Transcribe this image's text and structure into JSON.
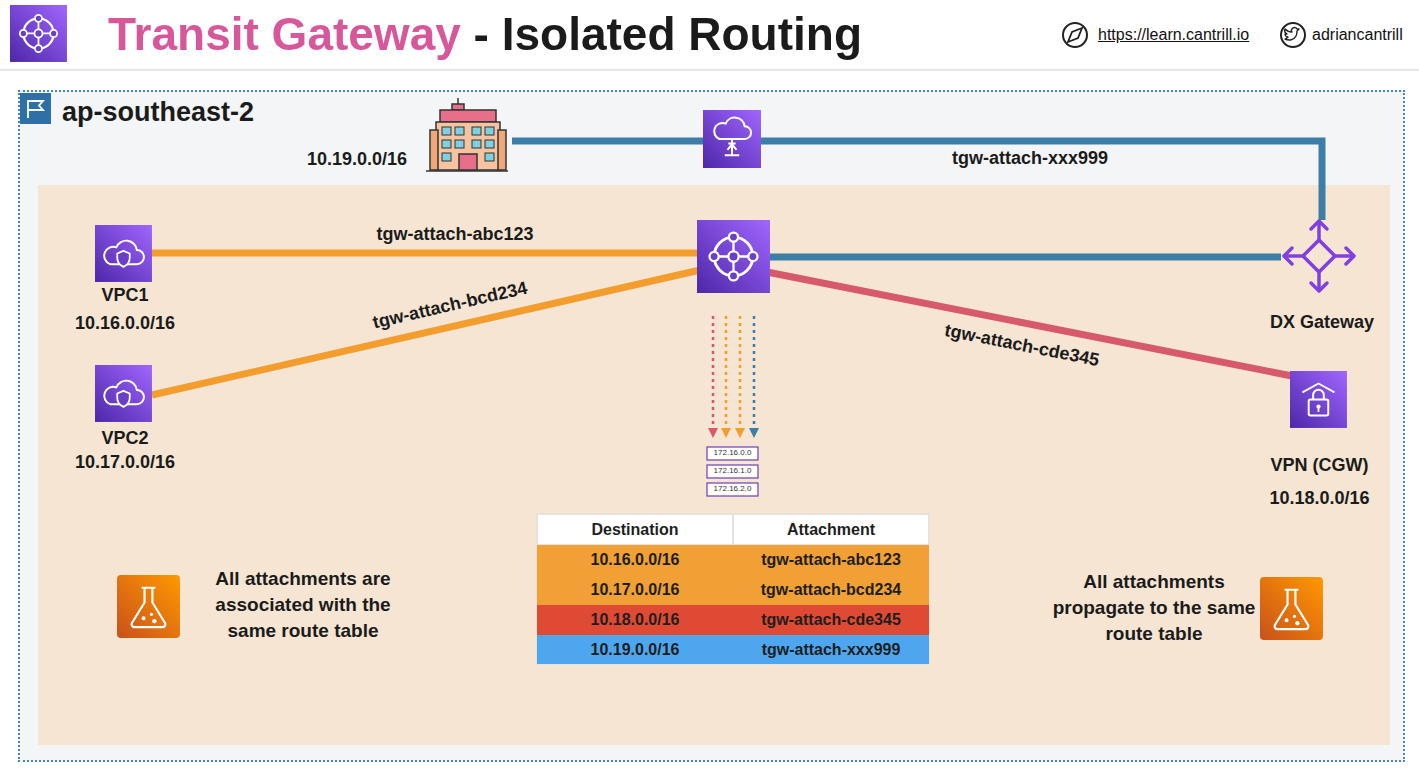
{
  "diagram": {
    "title": "Transit Gateway - Isolated Routing",
    "nodes": [
      {
        "text": [
          "ap-southeast-2"
        ]
      },
      {
        "text": [
          "10.19.0.0/16"
        ],
        "in": 0
      },
      {
        "text": [
          "VPC1",
          "10.16.0.0/16"
        ],
        "in": 0
      },
      {
        "text": [
          "VPC2",
          "10.17.0.0/16"
        ],
        "in": 0
      },
      {
        "text": [
          "DX Gateway"
        ],
        "in": 0
      },
      {
        "text": [
          "VPN (CGW)",
          "10.18.0.0/16"
        ],
        "in": 0
      }
    ],
    "edges": [
      {
        "from": 1,
        "to": 4,
        "label": "tgw-attach-xxx999",
        "arrow": "none"
      }
    ],
    "labels": [
      "https://learn.cantrill.io",
      "adriancantrill",
      "tgw-attach-abc123",
      "tgw-attach-bcd234",
      "tgw-attach-cde345",
      "172.16.0.0",
      "172.16.1.0",
      "172.16.2.0",
      "Destination",
      "Attachment",
      "10.16.0.0/16",
      "tgw-attach-abc123",
      "10.17.0.0/16",
      "tgw-attach-bcd234",
      "10.18.0.0/16",
      "tgw-attach-cde345",
      "10.19.0.0/16",
      "tgw-attach-xxx999",
      "All attachments are associated with the same route table",
      "All attachments propagate to the same route table"
    ]
  }
}
